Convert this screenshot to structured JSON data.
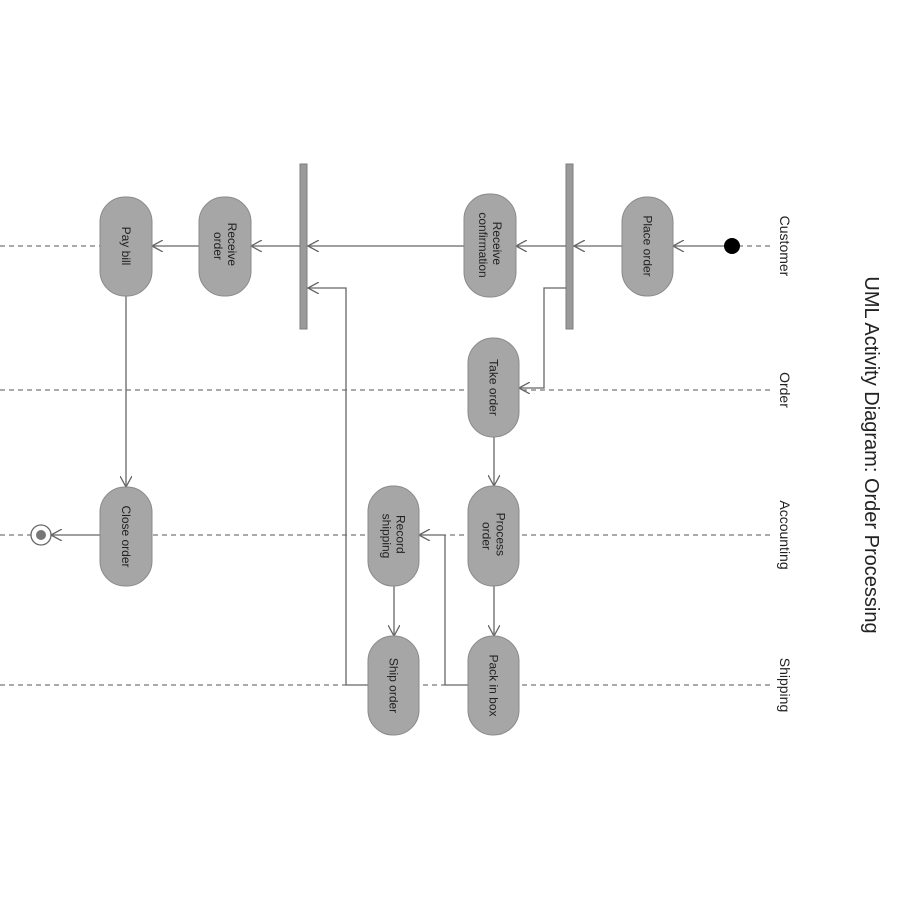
{
  "diagram": {
    "title": "UML Activity Diagram: Order Processing",
    "lanes": [
      {
        "id": "customer",
        "label": "Customer"
      },
      {
        "id": "order",
        "label": "Order"
      },
      {
        "id": "accounting",
        "label": "Accounting"
      },
      {
        "id": "shipping",
        "label": "Shipping"
      }
    ],
    "nodes": {
      "place_order": [
        "Place order"
      ],
      "receive_confirmation": [
        "Receive",
        "confirmation"
      ],
      "receive_order": [
        "Receive",
        "order"
      ],
      "pay_bill": [
        "Pay bill"
      ],
      "take_order": [
        "Take order"
      ],
      "process_order": [
        "Process",
        "order"
      ],
      "record_shipping": [
        "Record",
        "shipping"
      ],
      "close_order": [
        "Close order"
      ],
      "pack_in_box": [
        "Pack in box"
      ],
      "ship_order": [
        "Ship order"
      ]
    },
    "colors": {
      "node_fill": "#a6a6a6",
      "line": "#666666",
      "start": "#000000"
    }
  }
}
